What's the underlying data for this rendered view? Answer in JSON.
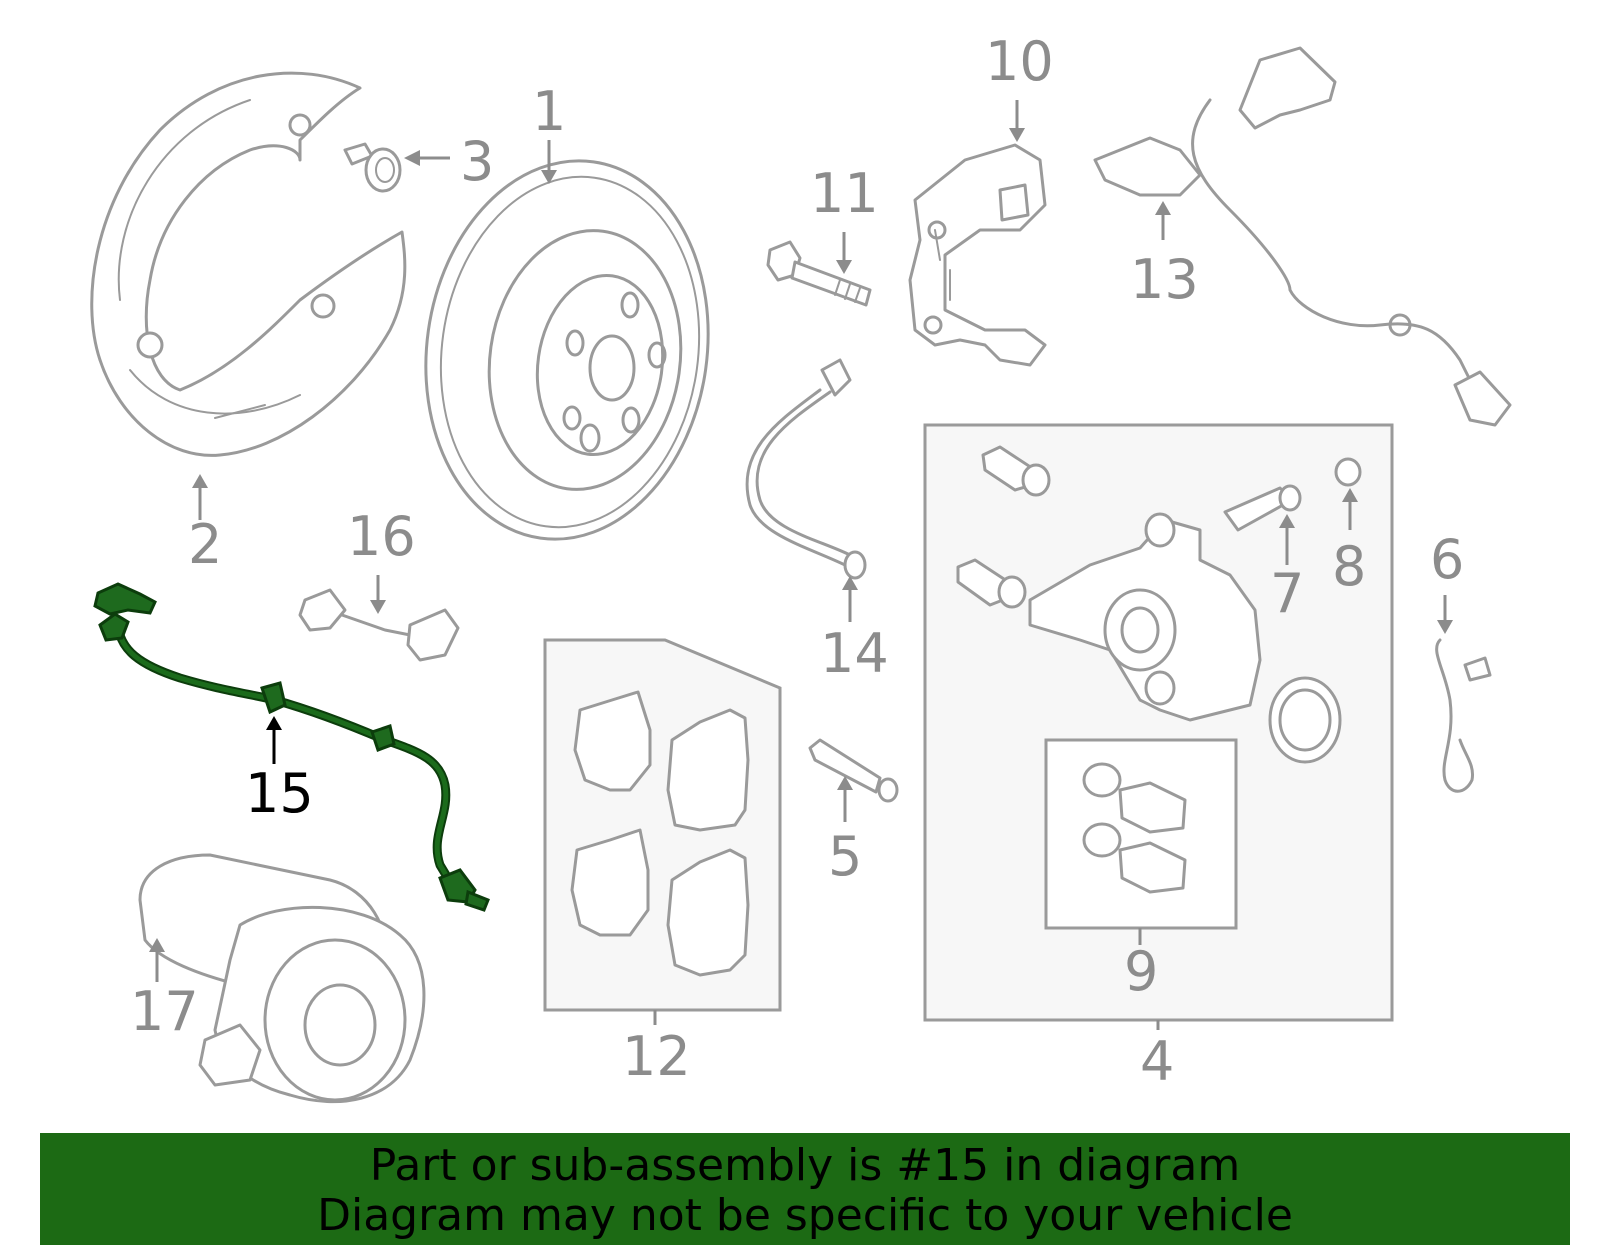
{
  "callouts": {
    "c1": "1",
    "c2": "2",
    "c3": "3",
    "c4": "4",
    "c5": "5",
    "c6": "6",
    "c7": "7",
    "c8": "8",
    "c9": "9",
    "c10": "10",
    "c11": "11",
    "c12": "12",
    "c13": "13",
    "c14": "14",
    "c15": "15",
    "c16": "16",
    "c17": "17"
  },
  "highlight": {
    "part_number": "15",
    "color": "#1e6a1e"
  },
  "banner": {
    "line1": "Part or sub-assembly is #15 in diagram",
    "line2": "Diagram may not be specific to your vehicle",
    "background": "#1c6a14"
  }
}
